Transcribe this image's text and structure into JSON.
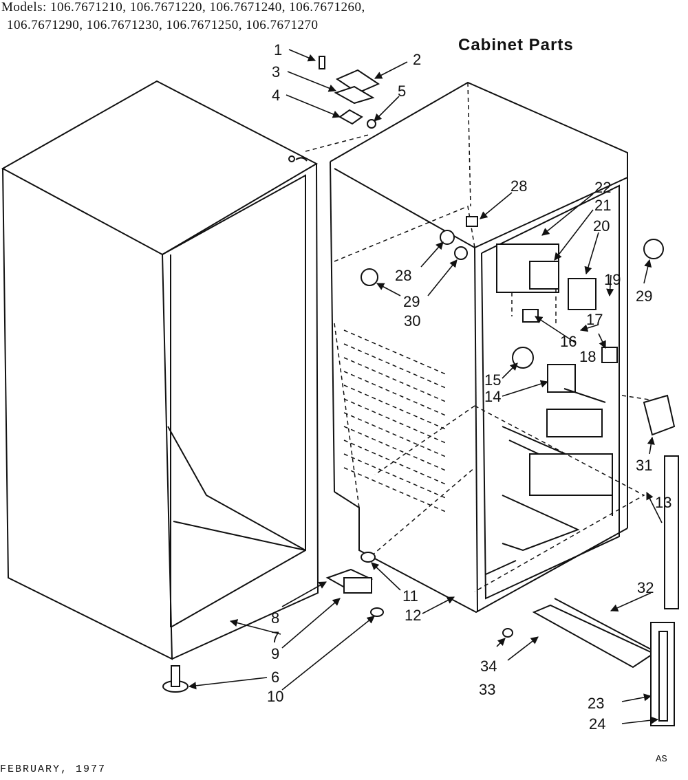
{
  "header": {
    "models_line1": "Models: 106.7671210, 106.7671220, 106.7671240, 106.7671260,",
    "models_line2": "106.7671290, 106.7671230, 106.7671250, 106.7671270"
  },
  "title": "Cabinet Parts",
  "footer": {
    "date": "FEBRUARY, 1977",
    "code": "AS"
  },
  "callouts": [
    "1",
    "2",
    "3",
    "4",
    "5",
    "6",
    "7",
    "8",
    "9",
    "10",
    "11",
    "12",
    "13",
    "14",
    "15",
    "16",
    "17",
    "18",
    "19",
    "20",
    "21",
    "22",
    "23",
    "24",
    "28",
    "28",
    "29",
    "29",
    "30",
    "31",
    "32",
    "33",
    "34"
  ]
}
